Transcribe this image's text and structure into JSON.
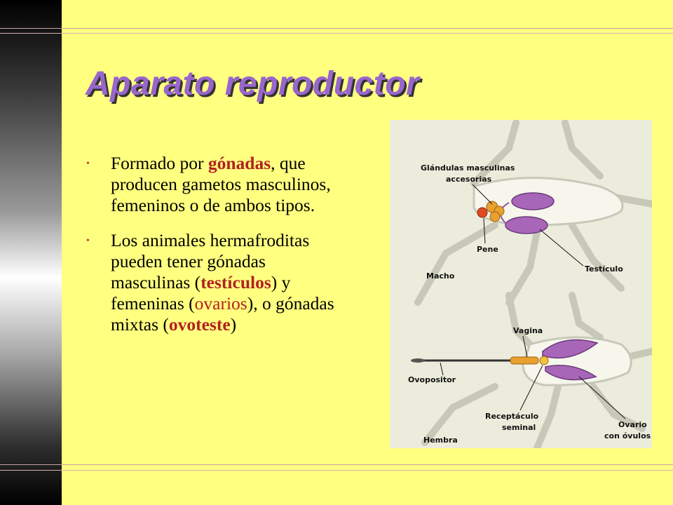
{
  "slide": {
    "title": "Aparato reproductor",
    "bullets": [
      {
        "text_1": "Formado por ",
        "highlight_1": "gónadas",
        "text_2": ", que producen gametos masculinos, femeninos o de ambos tipos."
      },
      {
        "text_1": "Los animales hermafroditas pueden tener gónadas masculinas (",
        "highlight_1": "testículos",
        "text_2": ") y femeninas (",
        "highlight_2": "ovarios",
        "text_3": "), o gónadas mixtas (",
        "highlight_3": "ovoteste",
        "text_4": ")"
      }
    ]
  },
  "figure": {
    "labels": {
      "glandulas_1": "Glándulas masculinas",
      "glandulas_2": "accesorias",
      "pene": "Pene",
      "testiculo": "Testículo",
      "macho": "Macho",
      "vagina": "Vagina",
      "ovopositor": "Ovopositor",
      "receptaculo_1": "Receptáculo",
      "receptaculo_2": "seminal",
      "ovario_1": "Ovario",
      "ovario_2": "con óvulos",
      "hembra": "Hembra"
    }
  },
  "colors": {
    "background": "#ffff80",
    "title": "#9966cc",
    "highlight": "#b22222",
    "organ_purple": "#a866b8",
    "gland_orange": "#e8a030"
  }
}
